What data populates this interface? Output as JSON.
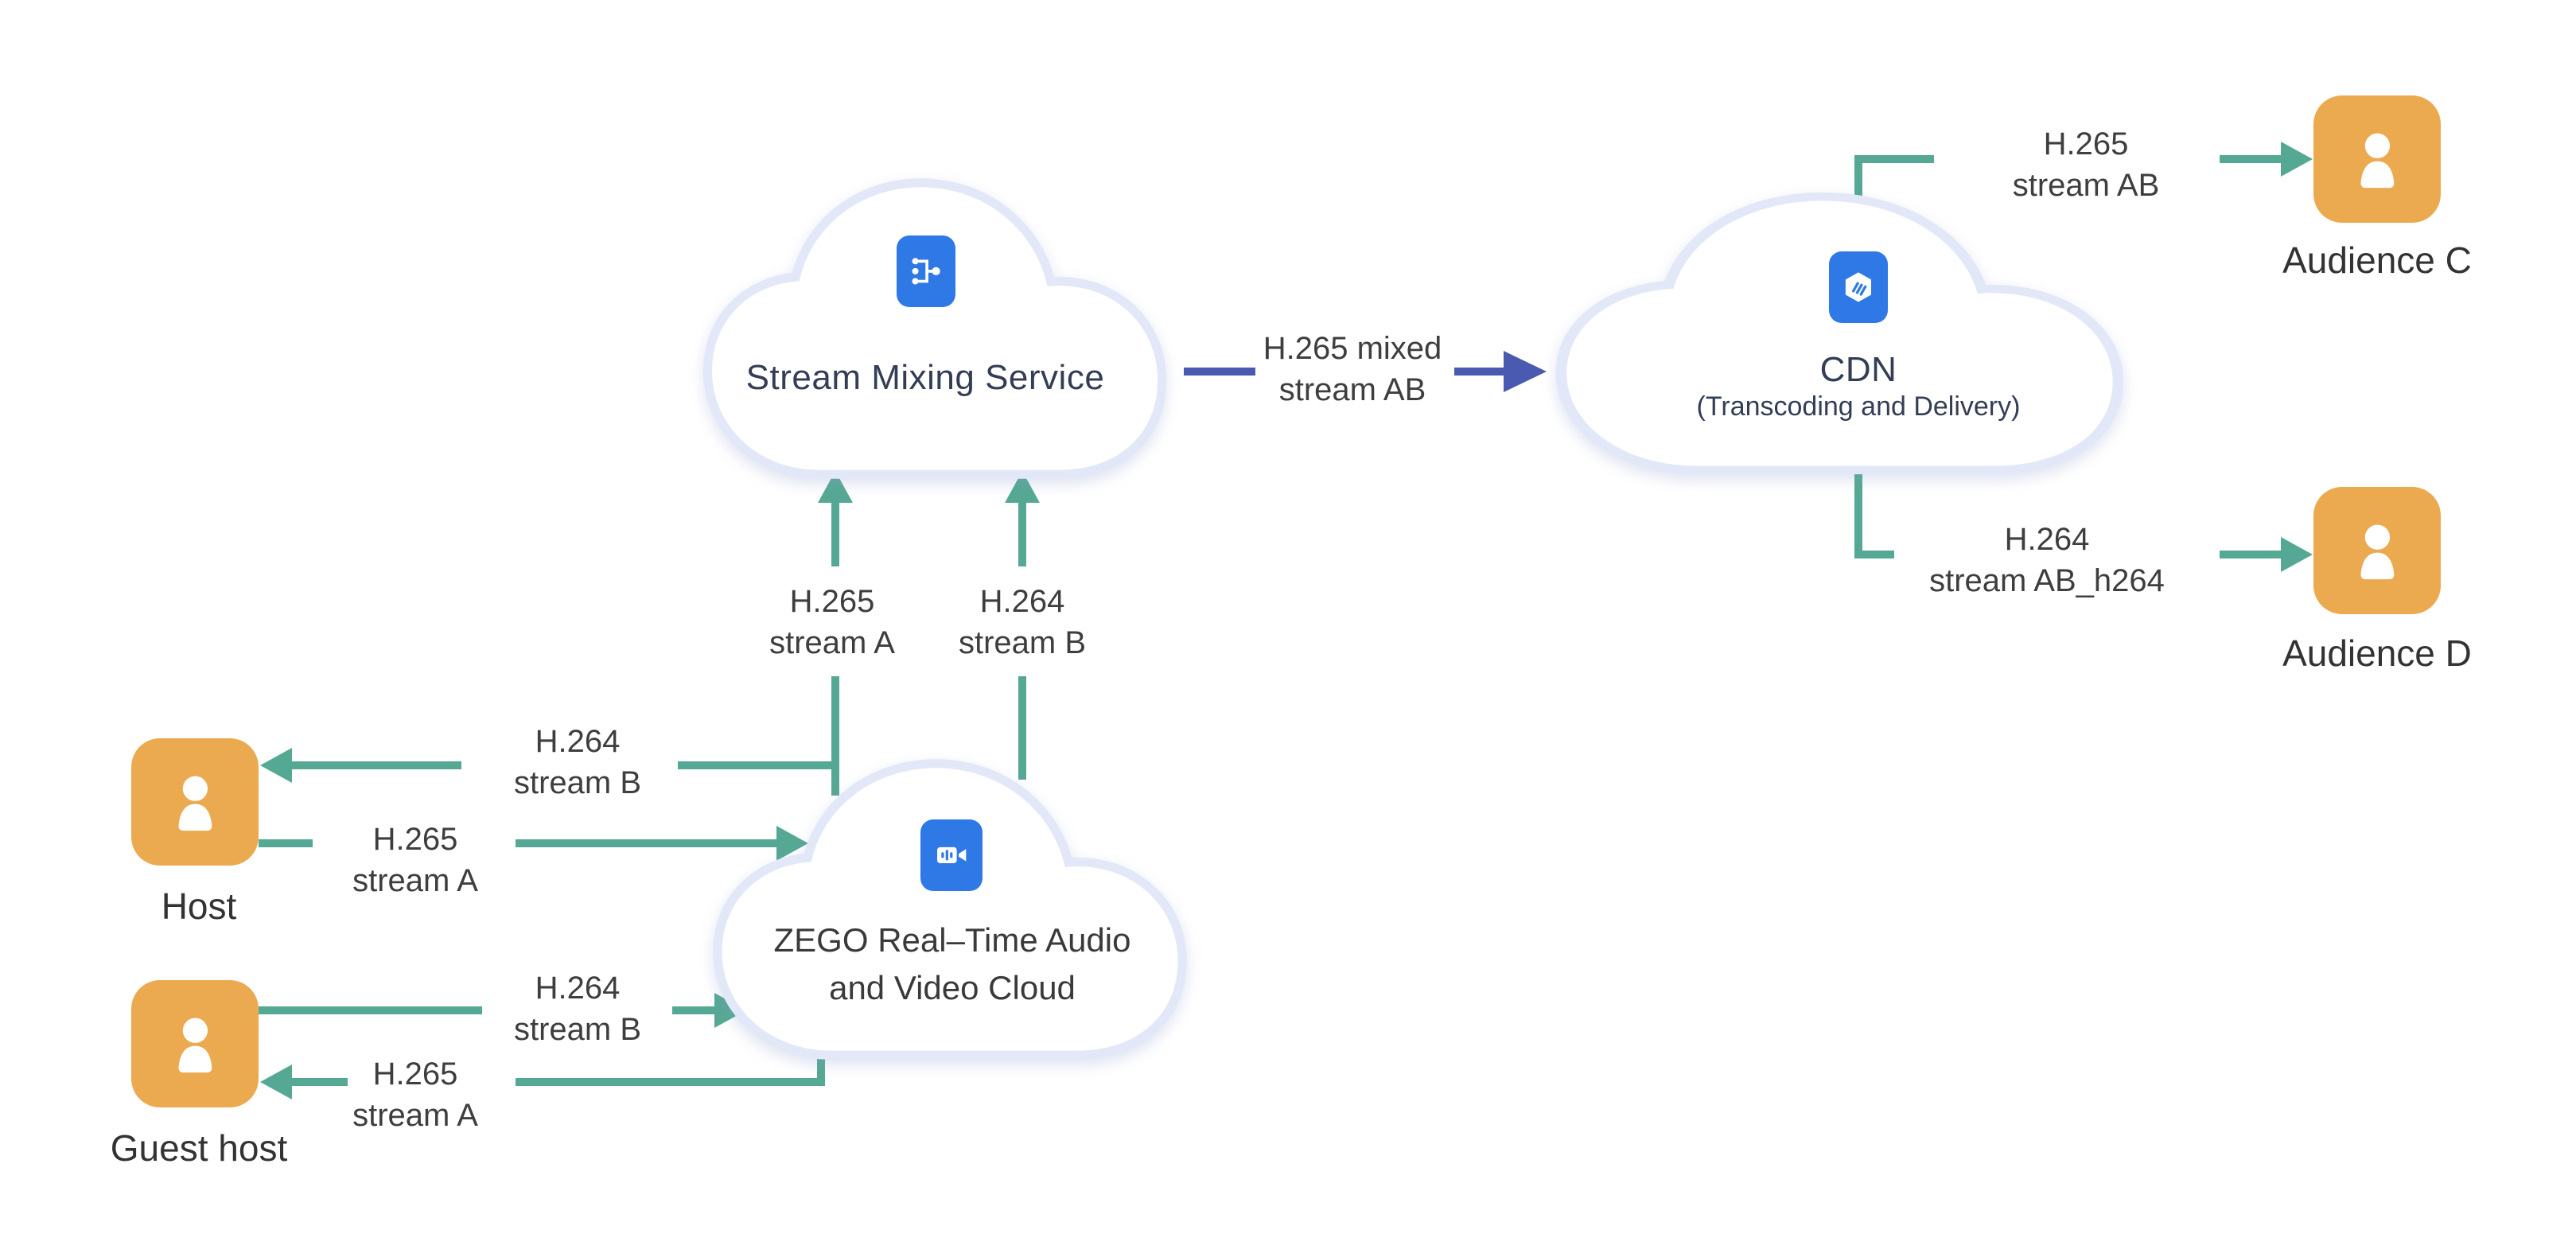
{
  "nodes": {
    "stream_mixing": {
      "title": "Stream Mixing Service"
    },
    "cdn": {
      "title": "CDN",
      "subtitle": "(Transcoding and Delivery)"
    },
    "zego": {
      "title": "ZEGO Real–Time Audio\nand Video Cloud"
    },
    "host": {
      "label": "Host"
    },
    "guest_host": {
      "label": "Guest host"
    },
    "audience_c": {
      "label": "Audience C"
    },
    "audience_d": {
      "label": "Audience D"
    }
  },
  "edges": {
    "zego_to_host": {
      "label": "H.264\nstream B"
    },
    "host_to_zego": {
      "label": "H.265\nstream A"
    },
    "guest_to_zego": {
      "label": "H.264\nstream B"
    },
    "zego_to_guest": {
      "label": "H.265\nstream A"
    },
    "zego_to_mixer_a": {
      "label": "H.265\nstream A"
    },
    "zego_to_mixer_b": {
      "label": "H.264\nstream B"
    },
    "mixer_to_cdn": {
      "label": "H.265 mixed\nstream AB"
    },
    "cdn_to_audience_c": {
      "label": "H.265\nstream AB"
    },
    "cdn_to_audience_d": {
      "label": "H.264\nstream AB_h264"
    }
  },
  "icons": {
    "stream_mixing": "merge-node-icon",
    "cdn": "hexagon-delivery-icon",
    "zego": "video-camera-icon",
    "actors": "person-icon"
  },
  "colors": {
    "arrow_teal": "#55a894",
    "arrow_indigo": "#4a5ab0",
    "actor_orange": "#ecaa50",
    "service_icon_blue": "#2e79e6",
    "cloud_border": "#e3e8f8",
    "cloud_fill": "#ffffff",
    "cloud_text": "#333e56",
    "zego_text": "#3a3a3a",
    "edge_label_text": "#3e3e3e",
    "actor_label_text": "#333333"
  }
}
